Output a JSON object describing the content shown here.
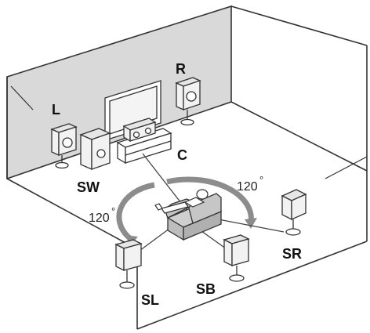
{
  "speakers": {
    "left": "L",
    "right": "R",
    "center": "C",
    "subwoofer": "SW",
    "surround_left": "SL",
    "surround_right": "SR",
    "surround_back": "SB"
  },
  "angles": {
    "left_arc": "120",
    "right_arc": "120",
    "degree_symbol": "°"
  },
  "colors": {
    "back_wall": "#d9d9d9",
    "line": "#333333",
    "arc": "#8c8c8c",
    "seat": "#bdbdbd",
    "speaker": "#f2f2f2"
  }
}
